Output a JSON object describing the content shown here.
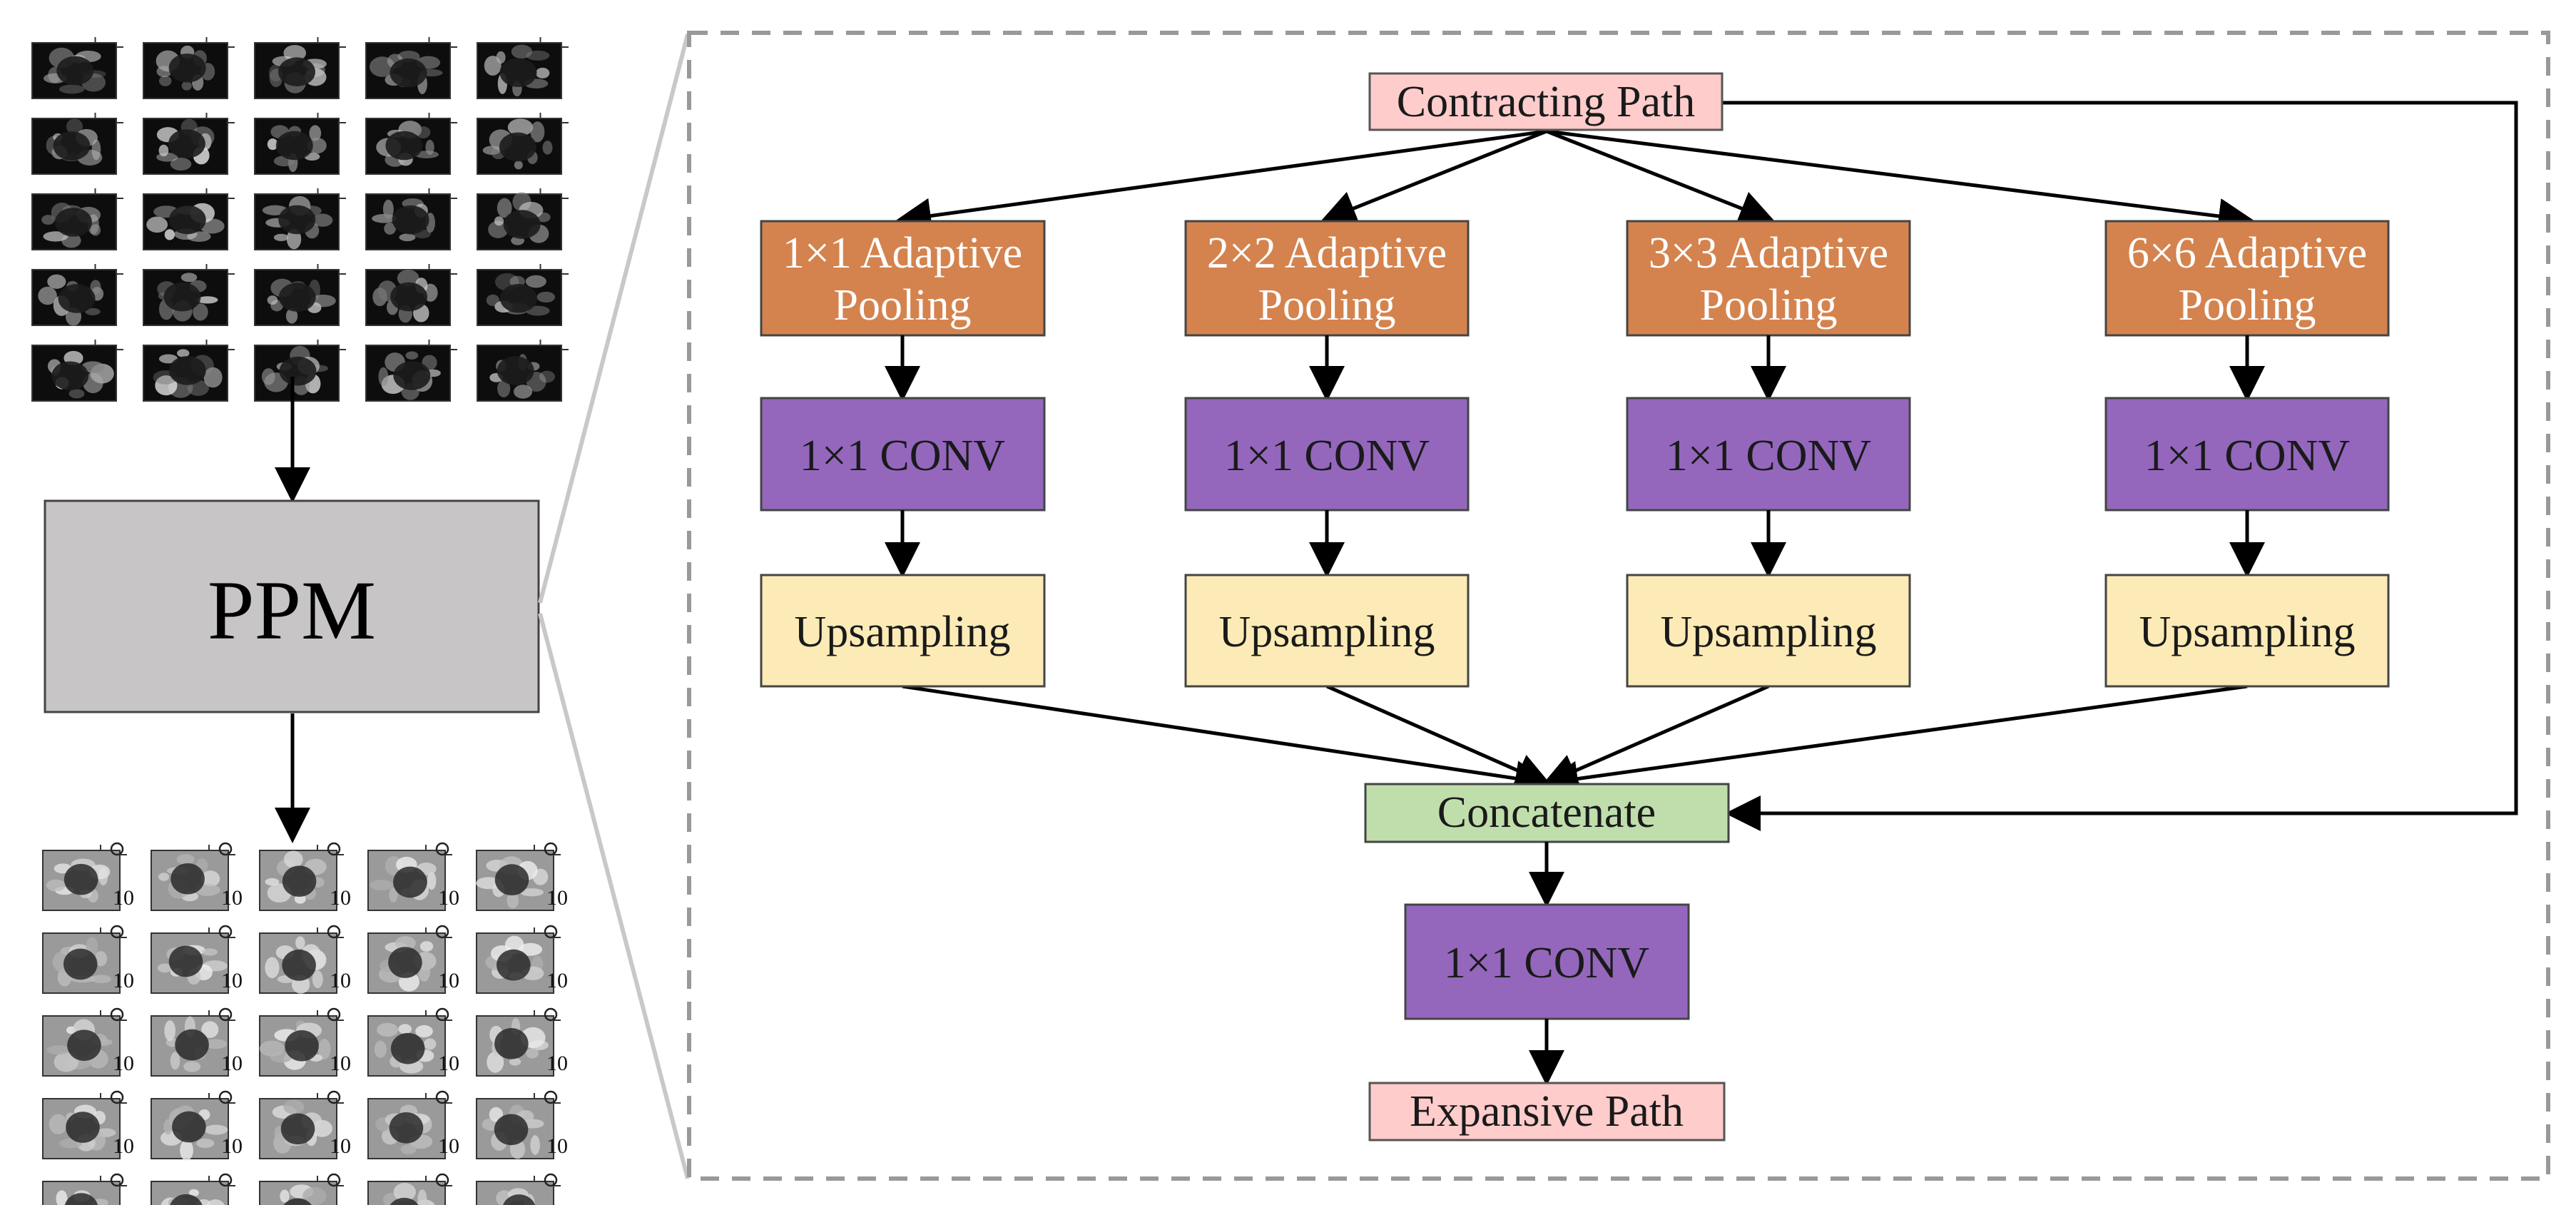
{
  "input_thumbnails": {
    "rows": 5,
    "cols": 5,
    "tone": "dark"
  },
  "output_thumbnails": {
    "rows": 5,
    "cols": 5,
    "tone": "light",
    "tick_label": "10"
  },
  "ppm": {
    "label": "PPM"
  },
  "contracting": {
    "label": "Contracting Path"
  },
  "branches": [
    {
      "pool": [
        "1×1 Adaptive",
        "Pooling"
      ],
      "conv": "1×1 CONV",
      "up": "Upsampling"
    },
    {
      "pool": [
        "2×2 Adaptive",
        "Pooling"
      ],
      "conv": "1×1 CONV",
      "up": "Upsampling"
    },
    {
      "pool": [
        "3×3 Adaptive",
        "Pooling"
      ],
      "conv": "1×1 CONV",
      "up": "Upsampling"
    },
    {
      "pool": [
        "6×6 Adaptive",
        "Pooling"
      ],
      "conv": "1×1 CONV",
      "up": "Upsampling"
    }
  ],
  "concat": {
    "label": "Concatenate"
  },
  "final_conv": {
    "label": "1×1 CONV"
  },
  "expansive": {
    "label": "Expansive Path"
  },
  "colors": {
    "pink": "#ffcccc",
    "orange": "#d4834e",
    "purple": "#9467bd",
    "yellow": "#fcebb6",
    "green": "#c0deac",
    "gray": "#c7c5c5"
  }
}
